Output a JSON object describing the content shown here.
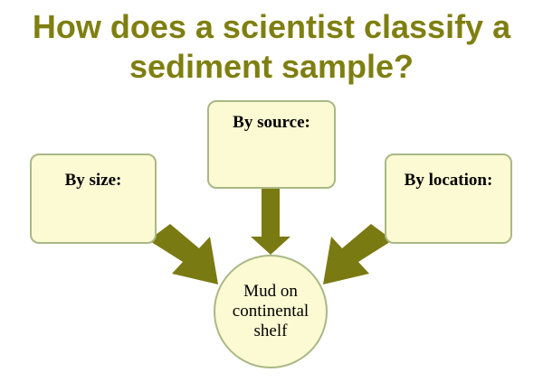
{
  "title": {
    "line1": "How does a scientist classify a",
    "line2": "sediment sample?"
  },
  "boxes": {
    "size": "By size:",
    "source": "By source:",
    "location": "By location:"
  },
  "center": {
    "line1": "Mud on",
    "line2": "continental",
    "line3": "shelf"
  },
  "colors": {
    "title": "#7f7f11",
    "box_fill": "#fcfad2",
    "box_border": "#a9b886",
    "arrow": "#7a7a12"
  }
}
